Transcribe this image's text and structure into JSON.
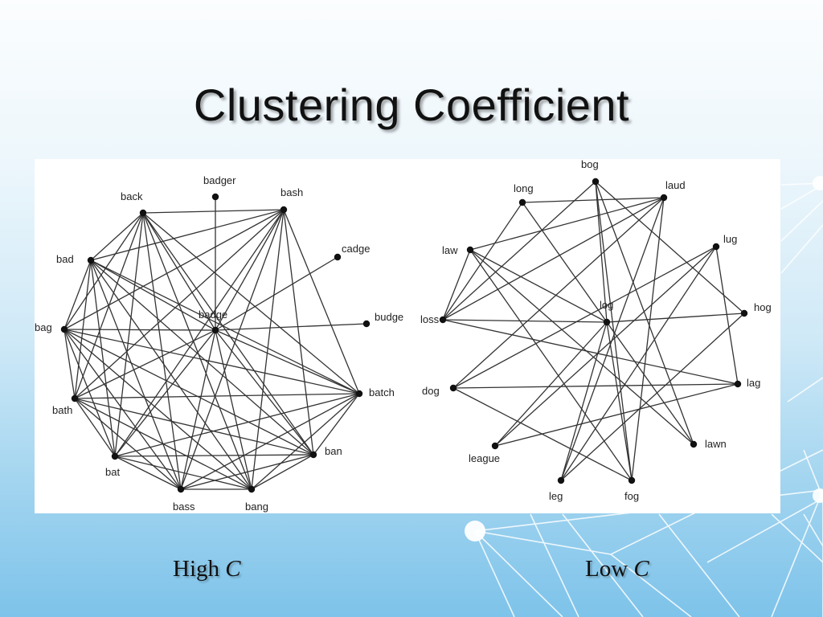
{
  "slide": {
    "title": "Clustering Coefficient"
  },
  "captions": {
    "left": {
      "text": "High ",
      "symbol": "C"
    },
    "right": {
      "text": "Low ",
      "symbol": "C"
    }
  },
  "colors": {
    "edge": "#333333",
    "node": "#111111",
    "accent": "#ffffff"
  },
  "graphs": [
    {
      "id": "high",
      "nodes": [
        {
          "id": "badger"
        },
        {
          "id": "back"
        },
        {
          "id": "bash"
        },
        {
          "id": "cadge"
        },
        {
          "id": "bad"
        },
        {
          "id": "badge"
        },
        {
          "id": "budge"
        },
        {
          "id": "bag"
        },
        {
          "id": "batch"
        },
        {
          "id": "bath"
        },
        {
          "id": "ban"
        },
        {
          "id": "bat"
        },
        {
          "id": "bass"
        },
        {
          "id": "bang"
        }
      ],
      "edges": [
        [
          "badger",
          "badge"
        ],
        [
          "cadge",
          "badge"
        ],
        [
          "budge",
          "badge"
        ],
        [
          "back",
          "bash"
        ],
        [
          "back",
          "bad"
        ],
        [
          "back",
          "bag"
        ],
        [
          "back",
          "bath"
        ],
        [
          "back",
          "bat"
        ],
        [
          "back",
          "bass"
        ],
        [
          "back",
          "bang"
        ],
        [
          "back",
          "ban"
        ],
        [
          "back",
          "batch"
        ],
        [
          "back",
          "badge"
        ],
        [
          "bash",
          "bad"
        ],
        [
          "bash",
          "bag"
        ],
        [
          "bash",
          "bath"
        ],
        [
          "bash",
          "bat"
        ],
        [
          "bash",
          "bass"
        ],
        [
          "bash",
          "bang"
        ],
        [
          "bash",
          "ban"
        ],
        [
          "bash",
          "batch"
        ],
        [
          "bash",
          "badge"
        ],
        [
          "bad",
          "bag"
        ],
        [
          "bad",
          "bath"
        ],
        [
          "bad",
          "bat"
        ],
        [
          "bad",
          "bass"
        ],
        [
          "bad",
          "bang"
        ],
        [
          "bad",
          "ban"
        ],
        [
          "bad",
          "batch"
        ],
        [
          "bad",
          "badge"
        ],
        [
          "bag",
          "bath"
        ],
        [
          "bag",
          "bat"
        ],
        [
          "bag",
          "bass"
        ],
        [
          "bag",
          "bang"
        ],
        [
          "bag",
          "ban"
        ],
        [
          "bag",
          "batch"
        ],
        [
          "bag",
          "badge"
        ],
        [
          "bath",
          "bat"
        ],
        [
          "bath",
          "bass"
        ],
        [
          "bath",
          "bang"
        ],
        [
          "bath",
          "ban"
        ],
        [
          "bath",
          "batch"
        ],
        [
          "bath",
          "badge"
        ],
        [
          "bat",
          "bass"
        ],
        [
          "bat",
          "bang"
        ],
        [
          "bat",
          "ban"
        ],
        [
          "bat",
          "batch"
        ],
        [
          "bat",
          "badge"
        ],
        [
          "bass",
          "bang"
        ],
        [
          "bass",
          "ban"
        ],
        [
          "bass",
          "batch"
        ],
        [
          "bass",
          "badge"
        ],
        [
          "bang",
          "ban"
        ],
        [
          "bang",
          "batch"
        ],
        [
          "bang",
          "badge"
        ],
        [
          "ban",
          "batch"
        ],
        [
          "ban",
          "badge"
        ],
        [
          "batch",
          "badge"
        ]
      ]
    },
    {
      "id": "low",
      "nodes": [
        {
          "id": "bog"
        },
        {
          "id": "long"
        },
        {
          "id": "laud"
        },
        {
          "id": "law"
        },
        {
          "id": "lug"
        },
        {
          "id": "log"
        },
        {
          "id": "loss"
        },
        {
          "id": "hog"
        },
        {
          "id": "dog"
        },
        {
          "id": "lag"
        },
        {
          "id": "lawn"
        },
        {
          "id": "league"
        },
        {
          "id": "leg"
        },
        {
          "id": "fog"
        }
      ],
      "edges": [
        [
          "bog",
          "loss"
        ],
        [
          "bog",
          "log"
        ],
        [
          "bog",
          "fog"
        ],
        [
          "bog",
          "hog"
        ],
        [
          "long",
          "laud"
        ],
        [
          "long",
          "loss"
        ],
        [
          "long",
          "log"
        ],
        [
          "laud",
          "law"
        ],
        [
          "laud",
          "dog"
        ],
        [
          "laud",
          "fog"
        ],
        [
          "laud",
          "loss"
        ],
        [
          "law",
          "loss"
        ],
        [
          "law",
          "log"
        ],
        [
          "law",
          "lawn"
        ],
        [
          "law",
          "fog"
        ],
        [
          "lug",
          "league"
        ],
        [
          "lug",
          "lag"
        ],
        [
          "lug",
          "dog"
        ],
        [
          "lug",
          "leg"
        ],
        [
          "log",
          "loss"
        ],
        [
          "log",
          "hog"
        ],
        [
          "log",
          "leg"
        ],
        [
          "log",
          "league"
        ],
        [
          "log",
          "fog"
        ],
        [
          "log",
          "lawn"
        ],
        [
          "loss",
          "lag"
        ],
        [
          "hog",
          "leg"
        ],
        [
          "dog",
          "lag"
        ],
        [
          "lawn",
          "bog"
        ],
        [
          "league",
          "lag"
        ],
        [
          "leg",
          "laud"
        ],
        [
          "fog",
          "dog"
        ]
      ]
    }
  ]
}
